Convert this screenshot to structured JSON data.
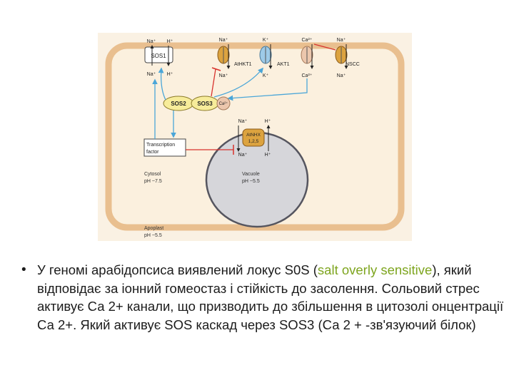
{
  "diagram": {
    "sos1": "SOS1",
    "sos2": "SOS2",
    "sos3": "SOS3",
    "sos3_ca": "Ca²⁺",
    "athkt1": "AtHKT1",
    "akt1": "AKT1",
    "nscc": "NSCC",
    "atnhx_line1": "AtNHX",
    "atnhx_line2": "1,2,5",
    "tf_line1": "Transcription",
    "tf_line2": "factor",
    "cytosol_line1": "Cytosol",
    "cytosol_line2": "pH ~7.5",
    "vacuole_line1": "Vacuole",
    "vacuole_line2": "pH ~5.5",
    "apoplast_line1": "Apoplast",
    "apoplast_line2": "pH ~5.5",
    "ion_na": "Na⁺",
    "ion_h": "H⁺",
    "ion_k": "K⁺",
    "ion_ca": "Ca²⁺"
  },
  "text": {
    "bullet": "•",
    "part1": "У геномі арабідопсиса виявлений локус S0S (",
    "highlight": "salt overly sensitive",
    "part2": "), який відповідає за іонний гомеостаз і стійкість до засолення. Сольовий стрес активує Са 2+ канали, що призводить до збільшення в цитозолі онцентрації Са 2+. Який активує SOS каскад через SOS3 (Са 2 + -зв'язуючий білок)"
  },
  "colors": {
    "membrane_outer": "#e9bf8f",
    "cell_fill": "#fbf0de",
    "apoplast_fill": "#faf1e3",
    "vacuole_fill": "#d6d6da",
    "sos_yellow": "#f7ec9a",
    "transporter_gold": "#dca33f",
    "akt1_blue": "#9ecbe8",
    "ca_pink": "#ecc7ad",
    "arrow_blue": "#4aa6d8",
    "inhibit_red": "#d8322d",
    "highlight_green": "#7ea51f"
  }
}
